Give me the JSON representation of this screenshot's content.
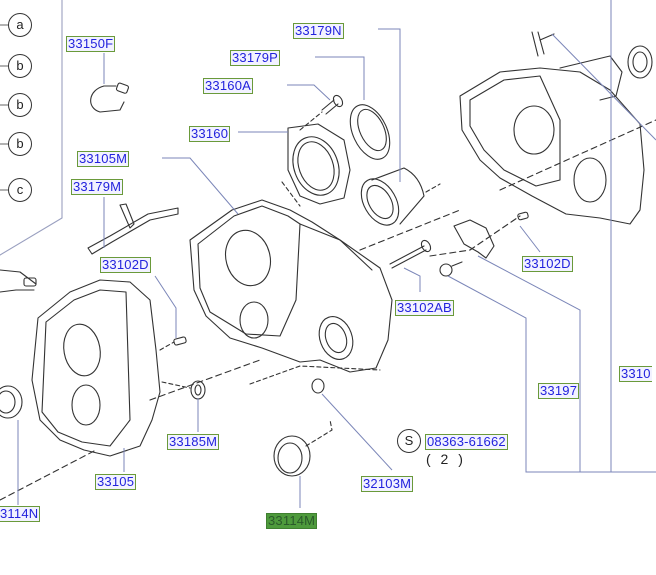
{
  "diagram": {
    "title": "Transfer case housing exploded parts diagram",
    "colors": {
      "label_text": "#2222dd",
      "label_border": "#6a9a3a",
      "highlight_bg": "#4e9a3c",
      "leader_line": "#7b86b8",
      "drawing_line": "#333333"
    },
    "reference_circles": [
      "a",
      "b",
      "b",
      "b",
      "c"
    ],
    "part_labels": [
      {
        "id": "33150F",
        "text": "33150F"
      },
      {
        "id": "33179N",
        "text": "33179N"
      },
      {
        "id": "33179P",
        "text": "33179P"
      },
      {
        "id": "33160A",
        "text": "33160A"
      },
      {
        "id": "33160",
        "text": "33160"
      },
      {
        "id": "33105M",
        "text": "33105M"
      },
      {
        "id": "33179M",
        "text": "33179M"
      },
      {
        "id": "33102D-left",
        "text": "33102D"
      },
      {
        "id": "33102D-right",
        "text": "33102D"
      },
      {
        "id": "33102AB",
        "text": "33102AB"
      },
      {
        "id": "33197",
        "text": "33197"
      },
      {
        "id": "3310-cut",
        "text": "3310"
      },
      {
        "id": "33185M",
        "text": "33185M"
      },
      {
        "id": "33105",
        "text": "33105"
      },
      {
        "id": "3114N-cut",
        "text": "3114N"
      },
      {
        "id": "33114M",
        "text": "33114M",
        "highlighted": true
      },
      {
        "id": "32103M",
        "text": "32103M"
      },
      {
        "id": "08363-61662",
        "text": "08363-61662"
      }
    ],
    "standard_part": {
      "symbol": "S",
      "quantity": "( 2 )"
    }
  }
}
